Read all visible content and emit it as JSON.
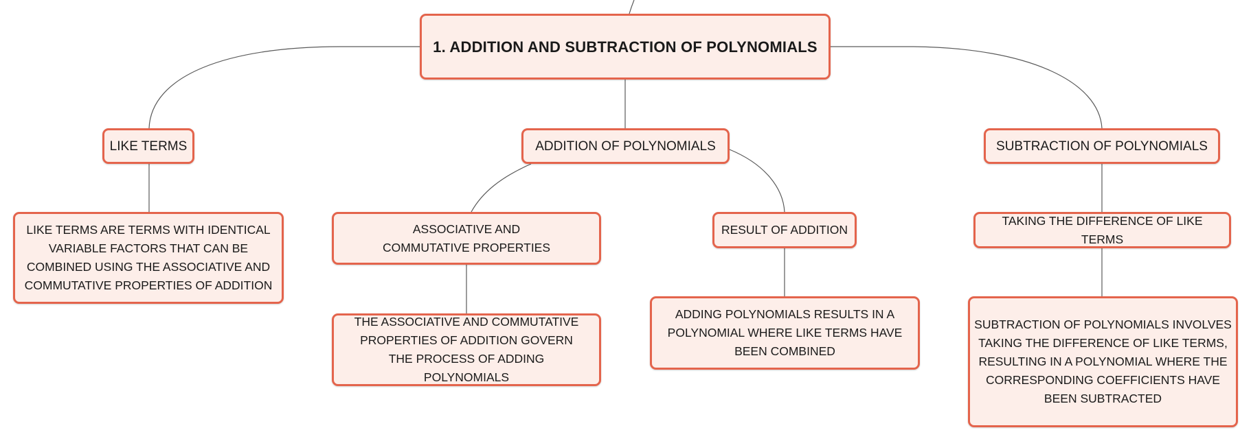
{
  "map": {
    "root": {
      "label": "1. ADDITION AND SUBTRACTION OF POLYNOMIALS"
    },
    "like_terms": {
      "label": "LIKE TERMS",
      "detail": "LIKE TERMS ARE TERMS WITH IDENTICAL VARIABLE FACTORS THAT CAN BE COMBINED USING THE ASSOCIATIVE AND COMMUTATIVE PROPERTIES OF ADDITION"
    },
    "addition": {
      "label": "ADDITION OF POLYNOMIALS",
      "properties": {
        "label": "ASSOCIATIVE AND COMMUTATIVE PROPERTIES",
        "detail": "THE ASSOCIATIVE AND COMMUTATIVE PROPERTIES OF ADDITION GOVERN THE PROCESS OF ADDING POLYNOMIALS"
      },
      "result": {
        "label": "RESULT OF ADDITION",
        "detail": "ADDING POLYNOMIALS RESULTS IN A POLYNOMIAL WHERE LIKE TERMS HAVE BEEN COMBINED"
      }
    },
    "subtraction": {
      "label": "SUBTRACTION OF POLYNOMIALS",
      "difference": {
        "label": "TAKING THE DIFFERENCE OF LIKE TERMS",
        "detail": "SUBTRACTION OF POLYNOMIALS INVOLVES TAKING THE DIFFERENCE OF LIKE TERMS, RESULTING IN A POLYNOMIAL WHERE THE CORRESPONDING COEFFICIENTS HAVE BEEN SUBTRACTED"
      }
    }
  },
  "colors": {
    "node_fill": "#fdeee9",
    "node_border": "#e4644c",
    "connector": "#5a5a5a"
  }
}
